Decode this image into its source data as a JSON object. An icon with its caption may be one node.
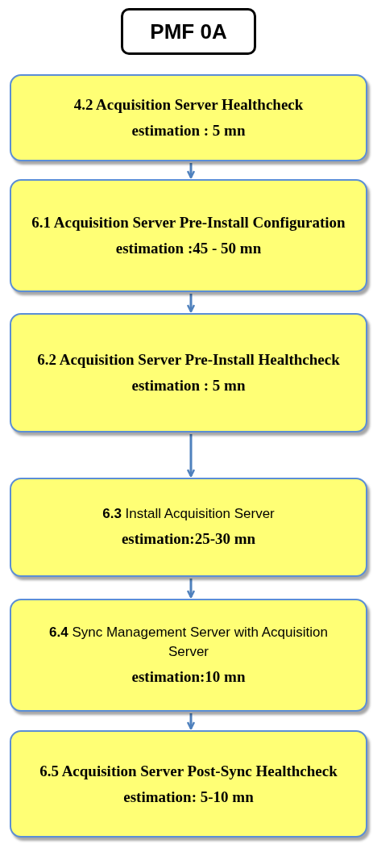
{
  "diagram": {
    "nodes": [
      {
        "text": [
          "PMF 0A"
        ]
      },
      {
        "text": [
          "4.2 Acquisition Server Healthcheck",
          "estimation : 5 mn"
        ]
      },
      {
        "text": [
          "6.1 Acquisition Server Pre-Install Configuration",
          "estimation :45 - 50 mn"
        ]
      },
      {
        "text": [
          "6.2 Acquisition Server Pre-Install Healthcheck",
          "estimation : 5 mn"
        ]
      },
      {
        "text": [
          "**6.3** Install Acquisition Server",
          "estimation:25-30 mn"
        ]
      },
      {
        "text": [
          "**6.4** Sync Management Server with Acquisition Server",
          "estimation:10 mn"
        ]
      },
      {
        "text": [
          "6.5 Acquisition Server Post-Sync Healthcheck",
          "estimation: 5-10 mn"
        ]
      }
    ],
    "edges": [
      {
        "from": 1,
        "to": 2,
        "arrow": "to"
      },
      {
        "from": 2,
        "to": 3,
        "arrow": "to"
      },
      {
        "from": 3,
        "to": 4,
        "arrow": "to"
      },
      {
        "from": 4,
        "to": 5,
        "arrow": "to"
      },
      {
        "from": 5,
        "to": 6,
        "arrow": "to"
      }
    ]
  }
}
